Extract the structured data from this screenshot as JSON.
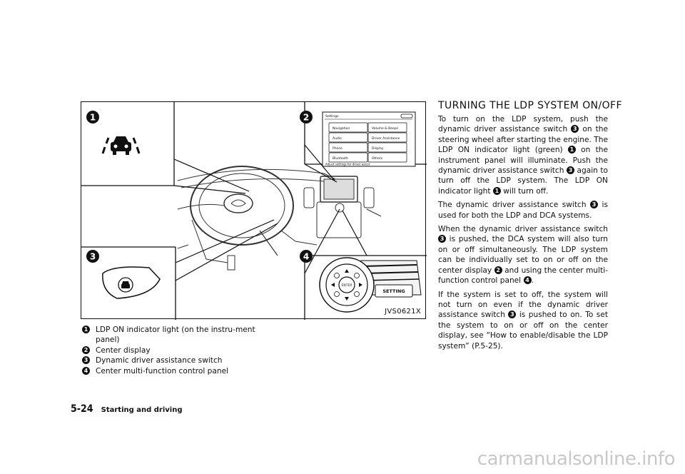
{
  "figure": {
    "callouts": [
      "1",
      "2",
      "3",
      "4"
    ],
    "code": "JVS0621X",
    "display": {
      "title": "Settings",
      "buttons": [
        "Navigation",
        "Volume & Beeps",
        "Audio",
        "Driver Assistance",
        "Phone",
        "Display",
        "Bluetooth",
        "Others"
      ],
      "status": "Adjust settings for driver assist"
    },
    "panel_labels": {
      "enter": "ENTER",
      "setting": "SETTING"
    }
  },
  "legend": [
    {
      "num": "1",
      "text": "LDP ON indicator light (on the instru-ment panel)"
    },
    {
      "num": "2",
      "text": "Center display"
    },
    {
      "num": "3",
      "text": "Dynamic driver assistance switch"
    },
    {
      "num": "4",
      "text": "Center multi-function control panel"
    }
  ],
  "section": {
    "title": "TURNING THE LDP SYSTEM ON/OFF",
    "p1": {
      "a": "To turn on the LDP system, push the dynamic driver assistance switch ",
      "n1": "3",
      "b": " on the steering wheel after starting the engine. The LDP ON indicator light (green) ",
      "n2": "1",
      "c": " on the instrument panel will illuminate. Push the dynamic driver assistance switch ",
      "n3": "3",
      "d": " again to turn off the LDP system. The LDP ON indicator light ",
      "n4": "1",
      "e": " will turn off."
    },
    "p2": {
      "a": "The dynamic driver assistance switch ",
      "n1": "3",
      "b": " is used for both the LDP and DCA systems."
    },
    "p3": {
      "a": "When the dynamic driver assistance switch ",
      "n1": "3",
      "b": " is pushed, the DCA system will also turn on or off simultaneously. The LDP system can be individually set to on or off on the center display ",
      "n2": "2",
      "c": " and using the center multi-function control panel ",
      "n3": "4",
      "d": "."
    },
    "p4": {
      "a": "If the system is set to off, the system will not turn on even if the dynamic driver assistance switch ",
      "n1": "3",
      "b": " is pushed to on. To set the system to on or off on the center display, see “How to enable/disable the LDP system” (P.5-25)."
    }
  },
  "footer": {
    "page": "5-24",
    "chapter": "Starting and driving"
  },
  "watermark": "carmanualsonline.info"
}
